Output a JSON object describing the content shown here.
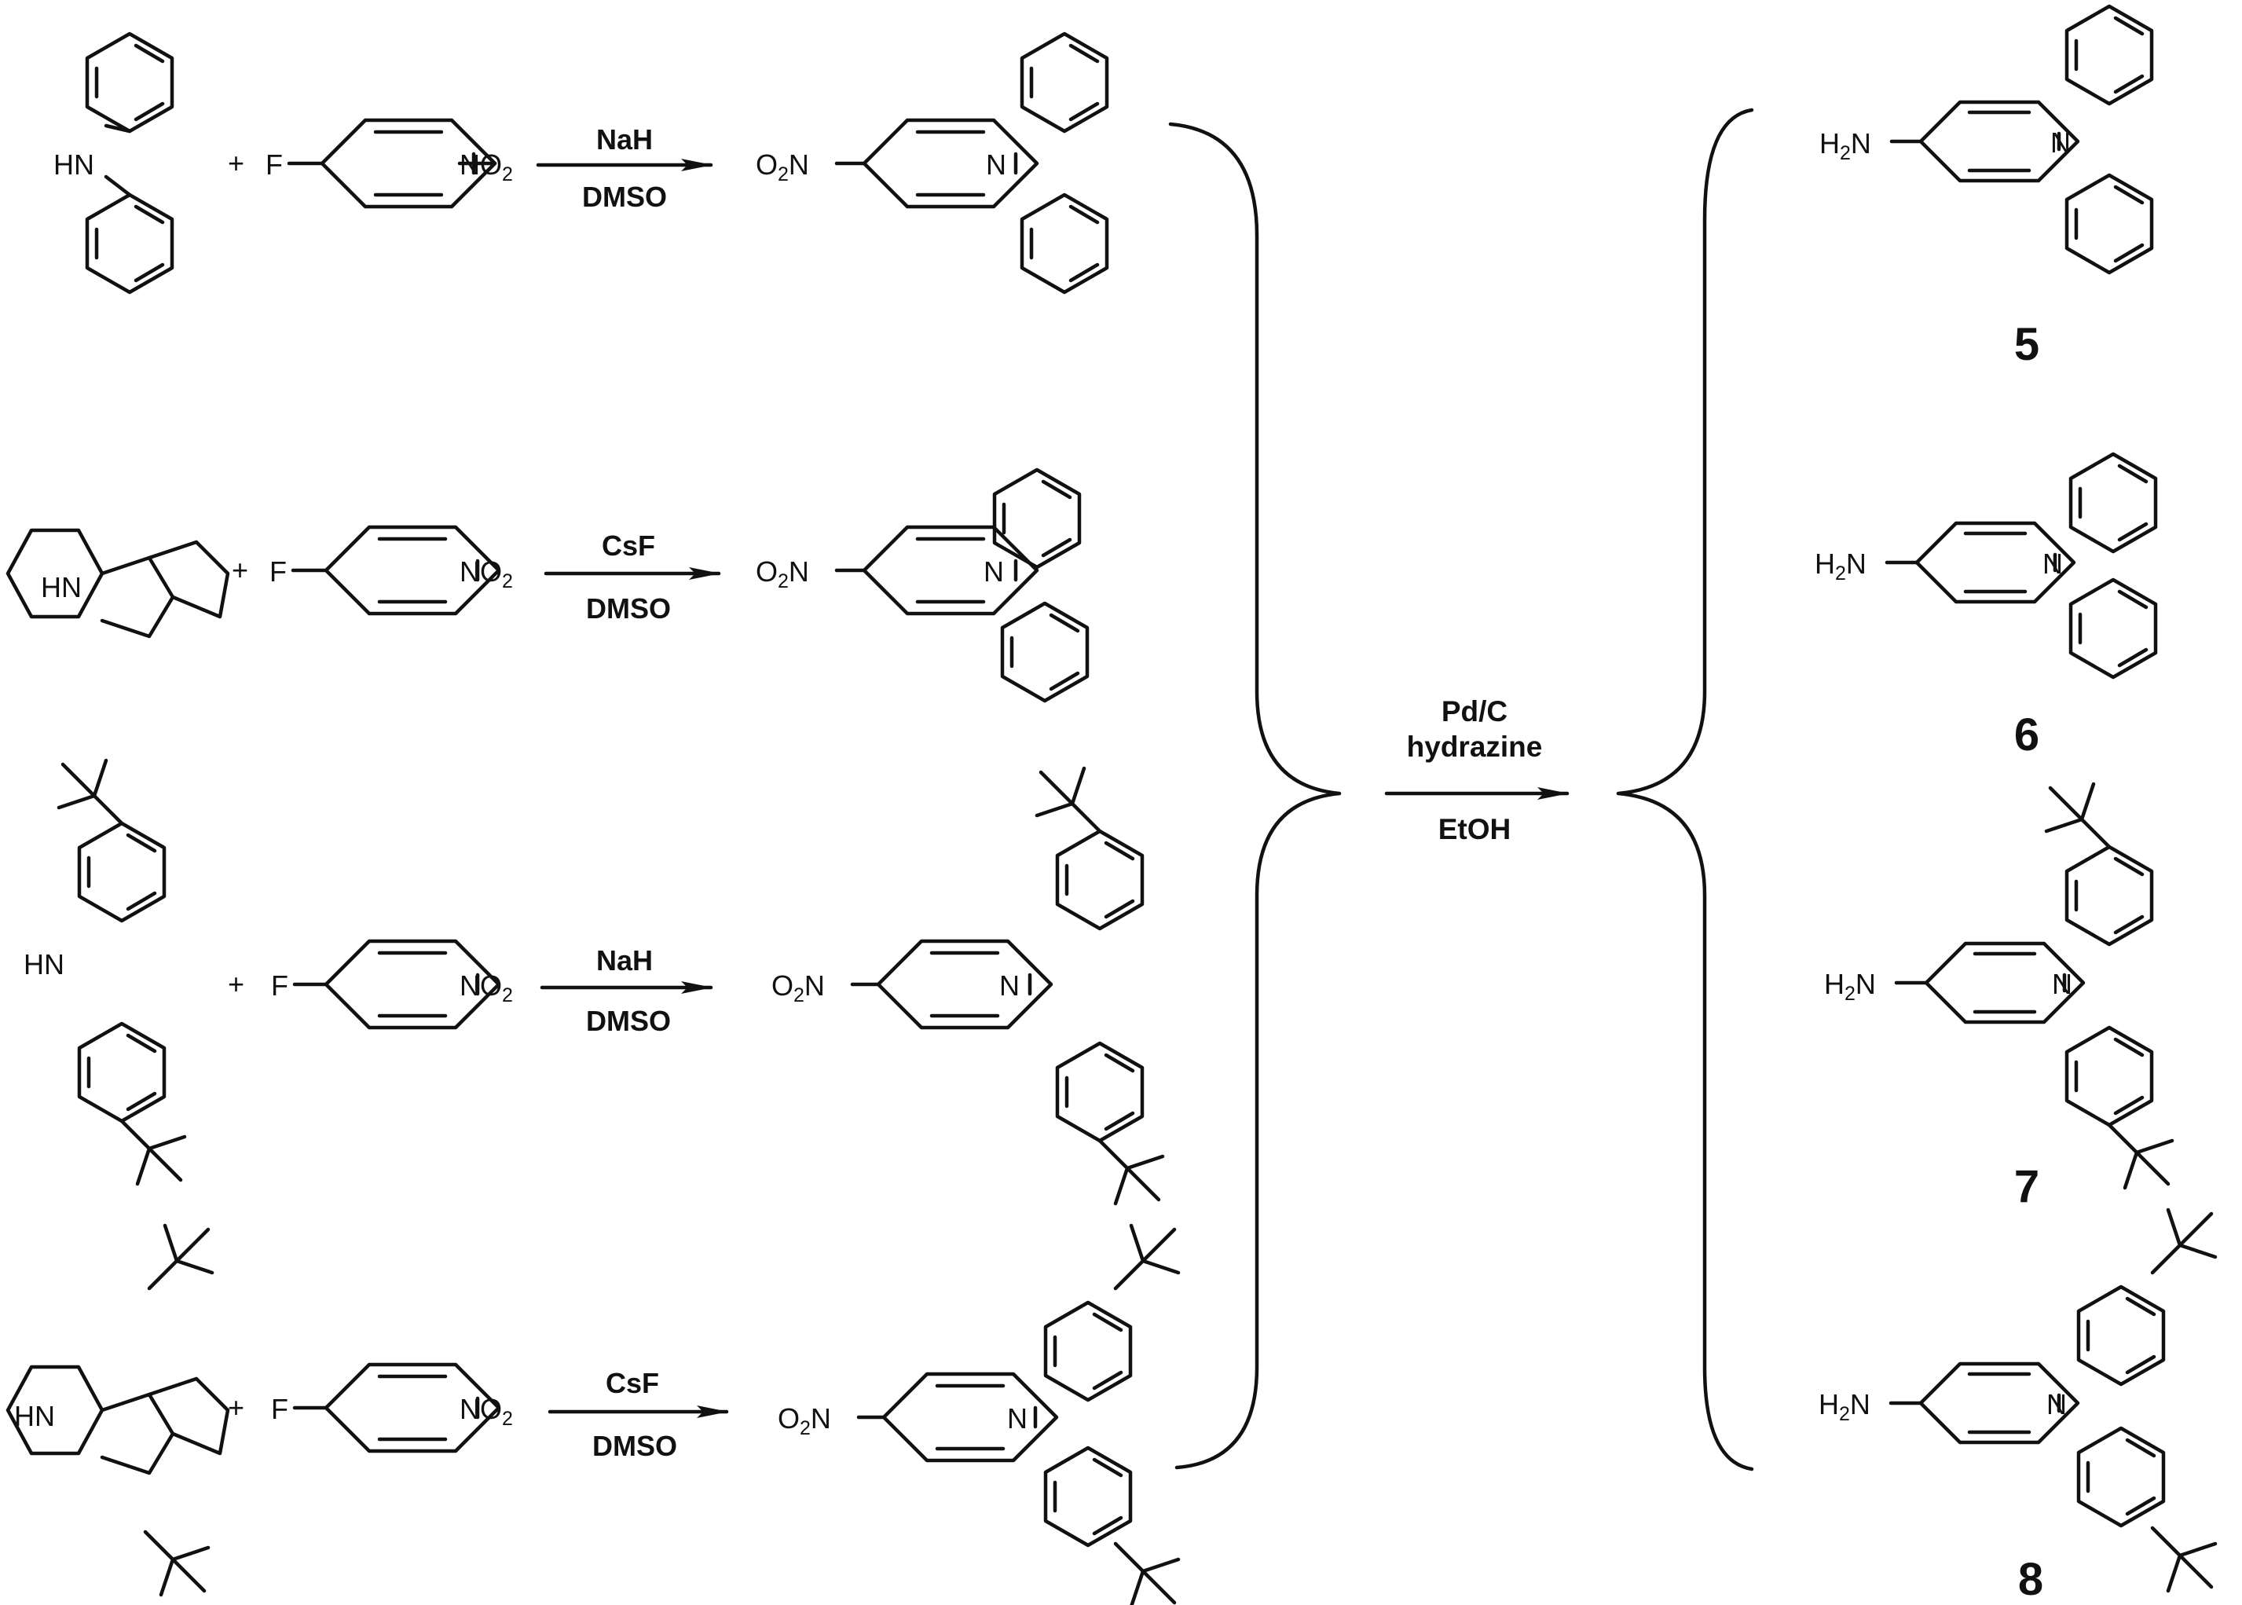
{
  "labels": {
    "hn": "HN",
    "n": "N",
    "f": "F",
    "no2": "NO",
    "no2_sub": "2",
    "o2n": "O",
    "o2n_sub": "2",
    "h2n": "H",
    "h2n_sub": "2",
    "plus": "+"
  },
  "rows": [
    {
      "reagent": "NaH",
      "solvent": "DMSO"
    },
    {
      "reagent": "CsF",
      "solvent": "DMSO"
    },
    {
      "reagent": "NaH",
      "solvent": "DMSO"
    },
    {
      "reagent": "CsF",
      "solvent": "DMSO"
    }
  ],
  "reduction": {
    "catalyst": "Pd/C",
    "reductant": "hydrazine",
    "solvent": "EtOH"
  },
  "compounds": [
    "5",
    "6",
    "7",
    "8"
  ]
}
